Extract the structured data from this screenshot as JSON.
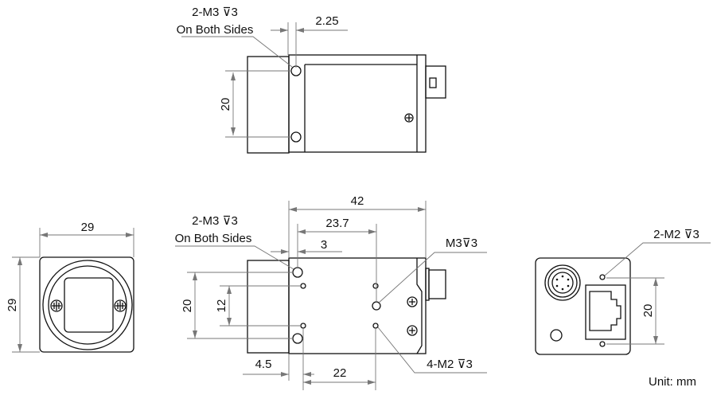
{
  "side_view": {
    "hole_label": "2-M3 ⊽3",
    "hole_label_sub": "On Both Sides",
    "dim_offset": "2.25",
    "dim_spacing": "20"
  },
  "bottom_view": {
    "dim_length": "42",
    "dim_hole_x": "23.7",
    "dim_offset": "3",
    "hole_label": "2-M3 ⊽3",
    "hole_label_sub": "On Both Sides",
    "m3_label": "M3⊽3",
    "m2_label": "4-M2 ⊽3",
    "dim_spacing_outer": "20",
    "dim_spacing_inner": "12",
    "dim_front_offset": "4.5",
    "dim_m2_spacing": "22"
  },
  "front_view": {
    "dim_width": "29",
    "dim_height": "29"
  },
  "rear_view": {
    "hole_label": "2-M2 ⊽3",
    "dim_spacing": "20"
  },
  "unit_label": "Unit: mm"
}
